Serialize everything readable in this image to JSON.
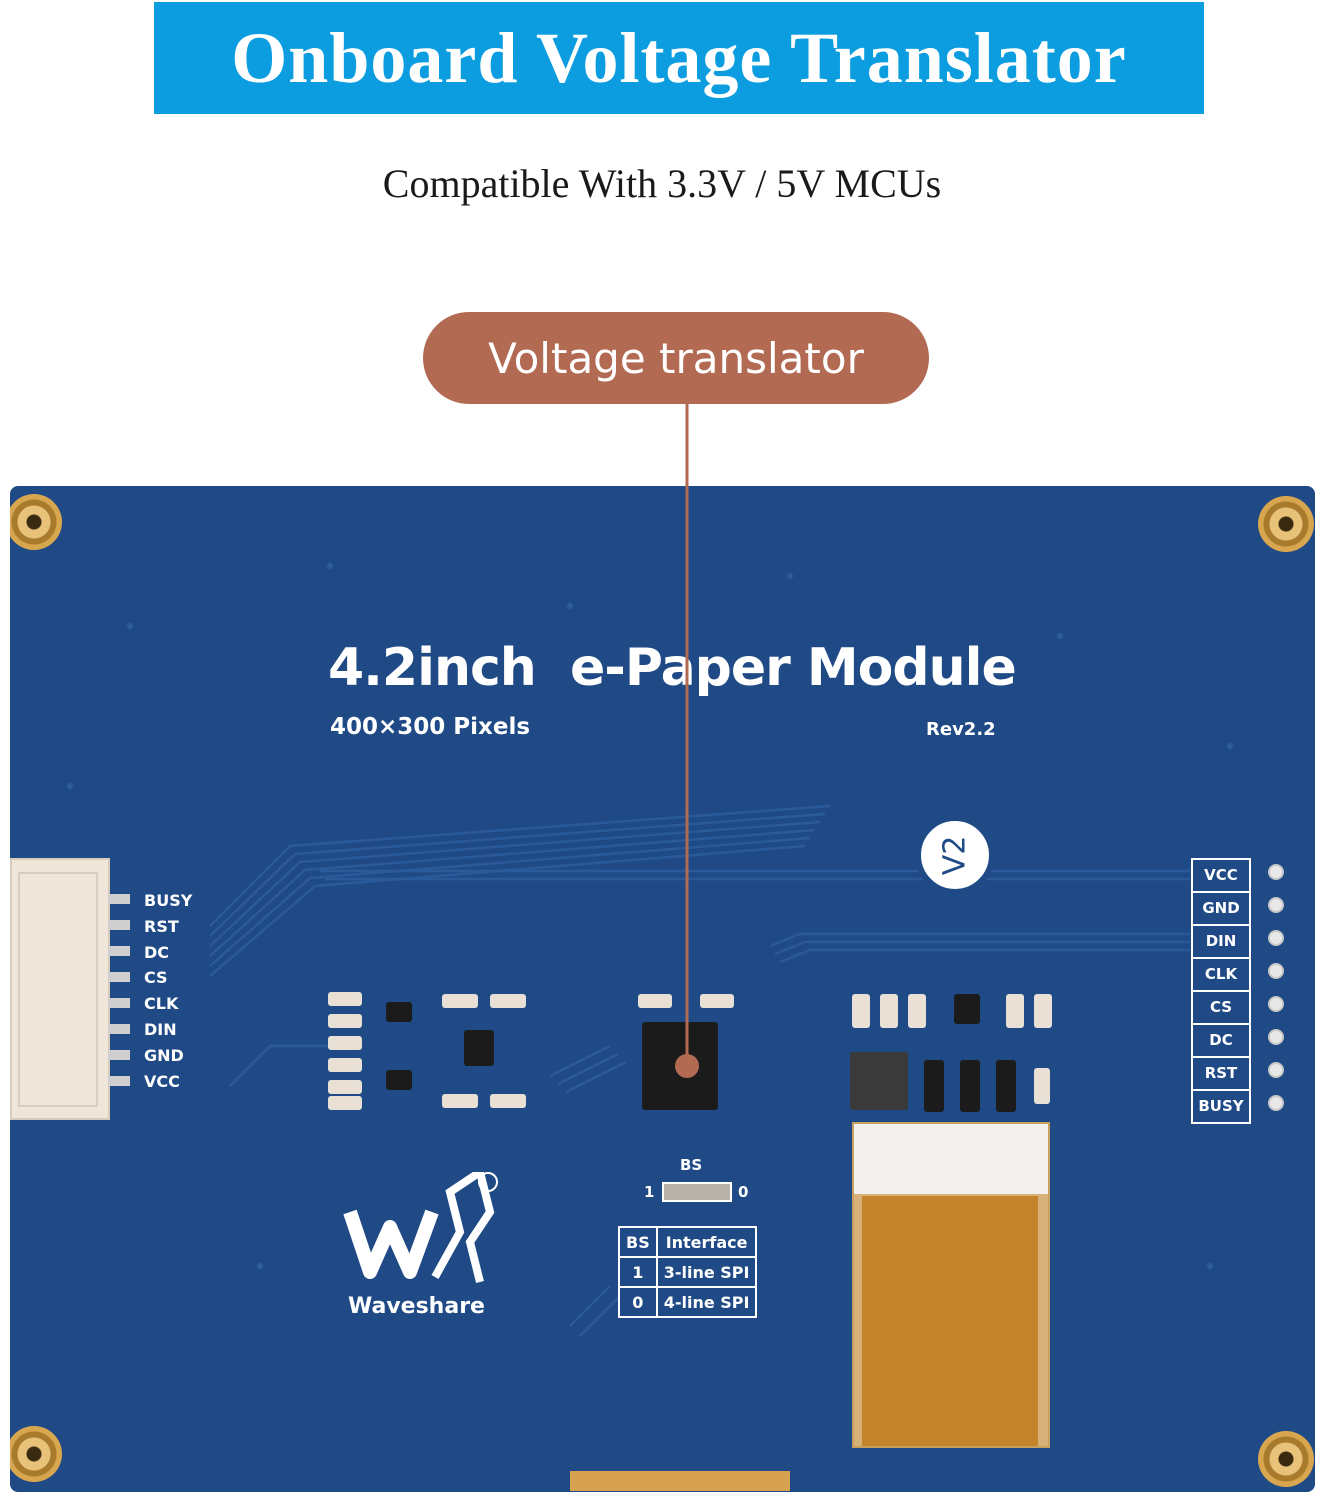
{
  "header": {
    "title": "Onboard Voltage Translator",
    "subtitle": "Compatible With 3.3V / 5V MCUs",
    "banner_color": "#0b9de0"
  },
  "callout": {
    "label": "Voltage translator",
    "color": "#b26a52"
  },
  "board": {
    "color": "#1f4a86",
    "title": "4.2inch  e-Paper Module",
    "resolution": "400×300 Pixels",
    "revision": "Rev2.2",
    "version_mark": "V2",
    "left_pins": [
      "BUSY",
      "RST",
      "DC",
      "CS",
      "CLK",
      "DIN",
      "GND",
      "VCC"
    ],
    "right_pins": [
      "VCC",
      "GND",
      "DIN",
      "CLK",
      "CS",
      "DC",
      "RST",
      "BUSY"
    ],
    "bs_label": "BS",
    "bs_one": "1",
    "bs_zero": "0",
    "bs_table": {
      "headers": [
        "BS",
        "Interface"
      ],
      "rows": [
        [
          "1",
          "3-line SPI"
        ],
        [
          "0",
          "4-line SPI"
        ]
      ]
    },
    "brand": "Waveshare"
  }
}
